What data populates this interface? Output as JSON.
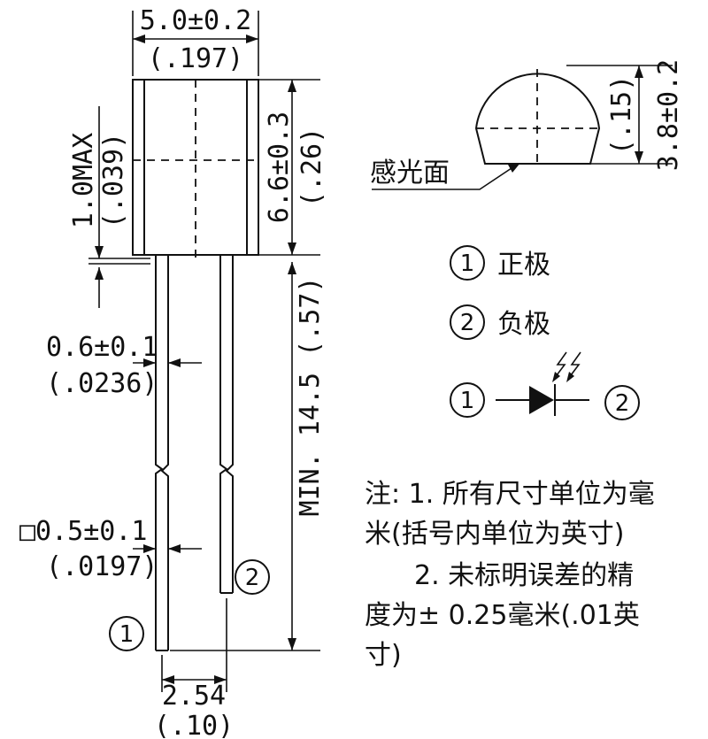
{
  "dimensions": {
    "top_width": "5.0±0.2",
    "top_width_inch": "(.197)",
    "flange_max": "1.0MAX",
    "flange_max_inch": "(.039)",
    "body_height": "6.6±0.3",
    "body_height_inch": "(.26)",
    "lead_length": "MIN. 14.5 (.57)",
    "lead_width": "0.6±0.1",
    "lead_width_inch": "(.0236)",
    "lead_square": "□0.5±0.1",
    "lead_square_inch": "(.0197)",
    "pitch": "2.54",
    "pitch_inch": "(.10)",
    "lens_height": "3.8±0.2",
    "lens_height_inch": "(.15)"
  },
  "labels": {
    "sensing_surface": "感光面",
    "pin1_num": "1",
    "pin2_num": "2",
    "pin1_name": "正极",
    "pin2_name": "负极"
  },
  "notes": {
    "line1": "注: 1. 所有尺寸单位为毫",
    "line2": "米(括号内单位为英寸)",
    "line3": "2. 未标明误差的精",
    "line4": "度为± 0.25毫米(.01英",
    "line5": "寸)"
  }
}
